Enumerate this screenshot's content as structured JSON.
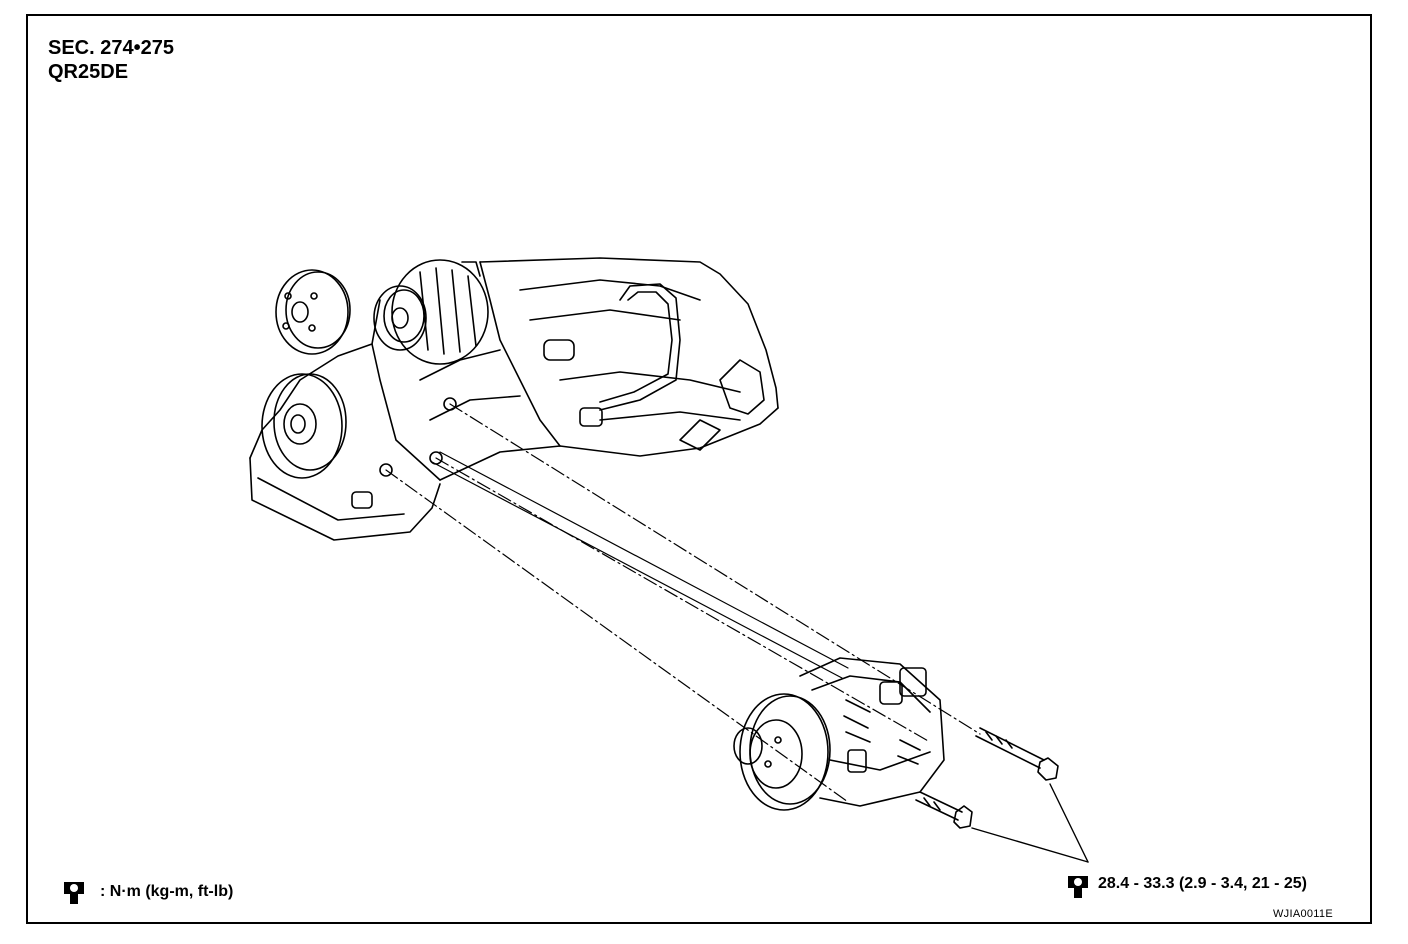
{
  "header": {
    "section": "SEC. 274•275",
    "engine": "QR25DE"
  },
  "legend": {
    "icon": "torque-wrench-icon",
    "units_text": ": N·m (kg-m, ft-lb)"
  },
  "torque": {
    "icon": "torque-wrench-icon",
    "value_text": "28.4 - 33.3 (2.9 - 3.4, 21 - 25)"
  },
  "figure_code": "WJIA0011E"
}
